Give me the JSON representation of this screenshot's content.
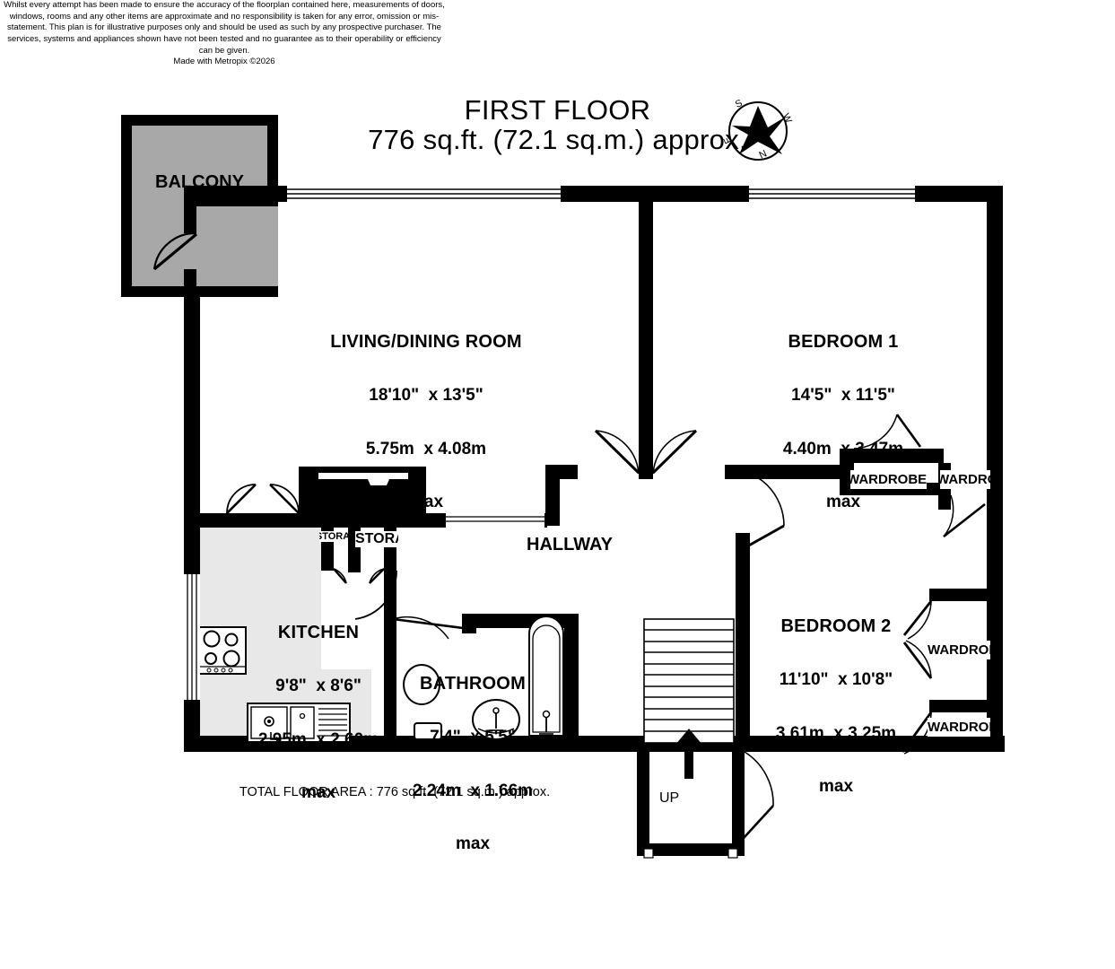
{
  "title": {
    "main": "FIRST FLOOR",
    "sub": "776 sq.ft. (72.1 sq.m.) approx."
  },
  "compass": {
    "north": "N",
    "south": "S",
    "east": "E",
    "west": "W"
  },
  "rooms": [
    {
      "key": "balcony",
      "name": "BALCONY",
      "imperial": "",
      "metric": "",
      "max": ""
    },
    {
      "key": "living_dining",
      "name": "LIVING/DINING ROOM",
      "imperial": "18'10\"  x 13'5\"",
      "metric": "5.75m  x 4.08m",
      "max": "max"
    },
    {
      "key": "bedroom_1",
      "name": "BEDROOM 1",
      "imperial": "14'5\"  x 11'5\"",
      "metric": "4.40m  x 3.47m",
      "max": "max"
    },
    {
      "key": "bedroom_2",
      "name": "BEDROOM 2",
      "imperial": "11'10\"  x 10'8\"",
      "metric": "3.61m  x 3.25m",
      "max": "max"
    },
    {
      "key": "kitchen",
      "name": "KITCHEN",
      "imperial": "9'8\"  x 8'6\"",
      "metric": "2.95m  x 2.60m",
      "max": "max"
    },
    {
      "key": "bathroom",
      "name": "BATHROOM",
      "imperial": "7'4\"  x 5'5\"",
      "metric": "2.24m  x 1.66m",
      "max": "max"
    },
    {
      "key": "hallway",
      "name": "HALLWAY",
      "imperial": "",
      "metric": "",
      "max": ""
    }
  ],
  "storage": [
    {
      "label": "STORAGE"
    },
    {
      "label": "STORAGE"
    }
  ],
  "wardrobes": [
    {
      "label": "WARDROBE"
    },
    {
      "label": "WARDROBE"
    },
    {
      "label": "WARDROBE"
    },
    {
      "label": "WARDROBE"
    }
  ],
  "stairs": {
    "direction_label": "UP",
    "step_count": 11
  },
  "footer": {
    "total_area": "TOTAL FLOOR AREA : 776 sq.ft. (72.1 sq.m.) approx.",
    "disclaimer": "Whilst every attempt has been made to ensure the accuracy of the floorplan contained here, measurements of doors, windows, rooms and any other items are approximate and no responsibility is taken for any error, omission or mis-statement. This plan is for illustrative purposes only and should be used as such by any prospective purchaser. The services, systems and appliances shown have not been tested and no guarantee as to their operability or efficiency can be given.",
    "made_with": "Made with Metropix ©2026"
  },
  "colors": {
    "wall": "#000000",
    "balcony_fill": "#a8a8a8",
    "kitchen_fill": "#e8e8e8",
    "background": "#ffffff"
  }
}
